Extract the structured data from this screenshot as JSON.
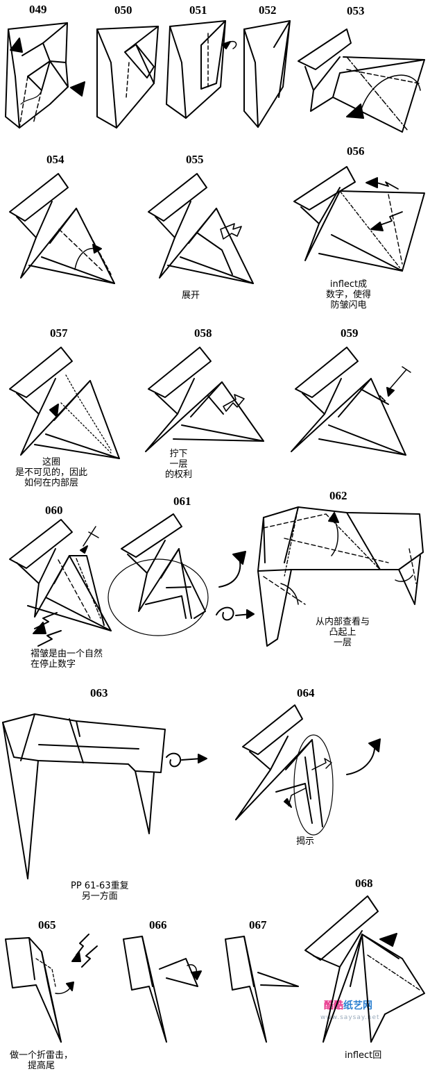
{
  "steps": {
    "s049": "049",
    "s050": "050",
    "s051": "051",
    "s052": "052",
    "s053": "053",
    "s054": "054",
    "s055": "055",
    "s056": "056",
    "s057": "057",
    "s058": "058",
    "s059": "059",
    "s060": "060",
    "s061": "061",
    "s062": "062",
    "s063": "063",
    "s064": "064",
    "s065": "065",
    "s066": "066",
    "s067": "067",
    "s068": "068"
  },
  "captions": {
    "c055": "展开",
    "c056": [
      "inflect成",
      "数字，使得",
      "防皱闪电"
    ],
    "c057": [
      "这圈",
      "是不可见的，因此",
      "如何在内部层"
    ],
    "c058": [
      "拧下",
      "一层",
      "的权利"
    ],
    "c060": [
      "褶皱是由一个自然",
      "在停止数字"
    ],
    "c062": [
      "从内部查看与",
      "凸起上",
      "一层"
    ],
    "c064": "揭示",
    "c063b": [
      "PP 61-63重复",
      "另一方面"
    ],
    "c065": [
      "做一个折雷击，",
      "提高尾"
    ],
    "c068": "inflect回"
  },
  "watermark": {
    "site_cn": [
      "酷",
      "酷",
      "纸",
      "艺",
      "网"
    ],
    "site_url": "www.saysay.net",
    "colors": [
      "#e8338a",
      "#e8338a",
      "#2a7fd0",
      "#2a7fd0",
      "#2a7fd0"
    ]
  }
}
